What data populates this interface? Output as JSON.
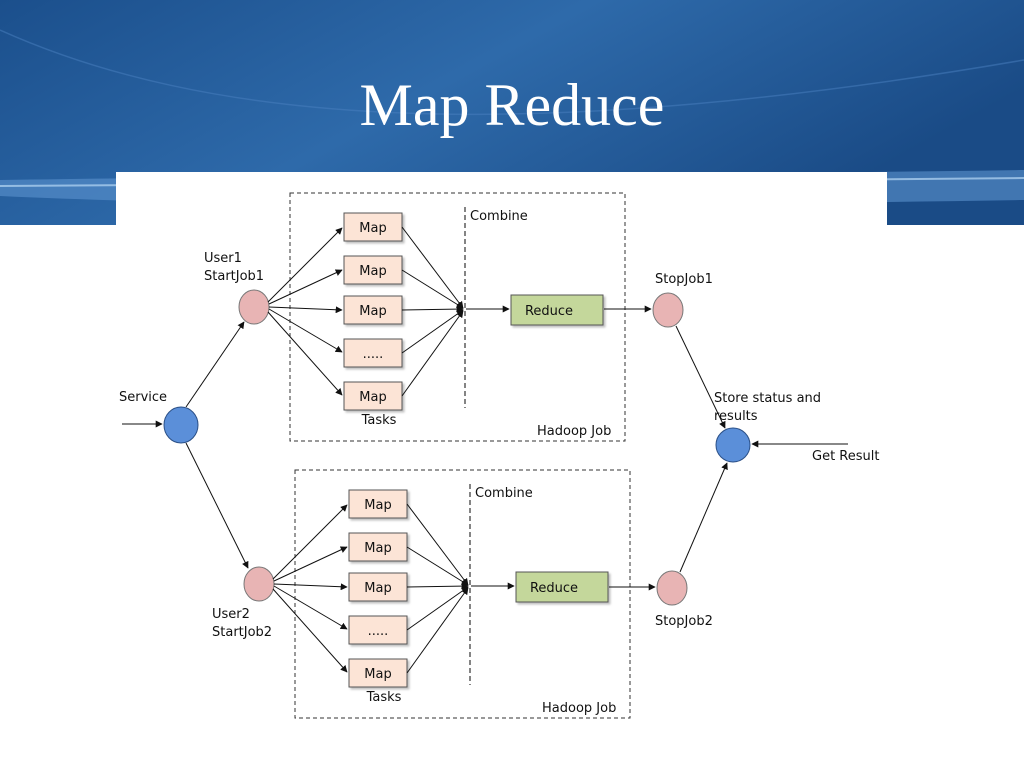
{
  "slide": {
    "title": "Map Reduce",
    "background_color": "#1f5a9c",
    "accent_color": "#ffffff"
  },
  "diagram": {
    "service_label": "Service",
    "get_result_label": "Get Result",
    "store_label_line1": "Store status and",
    "store_label_line2": "results",
    "jobs": [
      {
        "user_label_line1": "User1",
        "user_label_line2": "StartJob1",
        "stop_label": "StopJob1",
        "map_boxes": [
          "Map",
          "Map",
          "Map",
          ".....",
          "Map"
        ],
        "tasks_label": "Tasks",
        "combine_label": "Combine",
        "reduce_label": "Reduce",
        "hadoop_label": "Hadoop Job"
      },
      {
        "user_label_line1": "User2",
        "user_label_line2": "StartJob2",
        "stop_label": "StopJob2",
        "map_boxes": [
          "Map",
          "Map",
          "Map",
          ".....",
          "Map"
        ],
        "tasks_label": "Tasks",
        "combine_label": "Combine",
        "reduce_label": "Reduce",
        "hadoop_label": "Hadoop Job"
      }
    ],
    "colors": {
      "service_node": "#5b8fd9",
      "user_node": "#e8b4b4",
      "map_box": "#fce4d6",
      "reduce_box": "#c4d79b"
    }
  }
}
